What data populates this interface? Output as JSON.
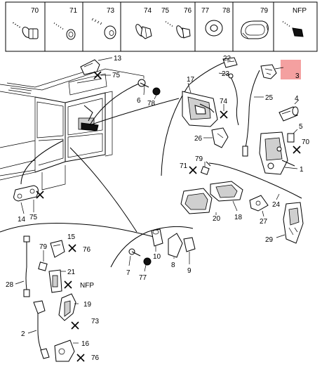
{
  "header": {
    "cells": [
      {
        "label": "70",
        "icon": "screw-flanged-icon"
      },
      {
        "label": "71",
        "icon": "screw-tapping-icon"
      },
      {
        "label": "73",
        "icon": "bolt-socket-icon"
      },
      {
        "label": "74",
        "icon": "bolt-washer-icon"
      },
      {
        "label": "75",
        "icon": "screw-washer-icon"
      },
      {
        "label": "76",
        "icon": "screw-washer-icon"
      },
      {
        "label": "77",
        "icon": "flat-washer-icon"
      },
      {
        "label": "78",
        "icon": "nut-icon"
      },
      {
        "label": "79",
        "icon": "plastic-clip-icon"
      },
      {
        "label": "NFP",
        "icon": "screw-pointed-icon"
      }
    ]
  },
  "highlight_color": "#f4a0a0",
  "callouts": {
    "c1": "1",
    "c2": "2",
    "c3": "3",
    "c4": "4",
    "c5": "5",
    "c6": "6",
    "c7": "7",
    "c8": "8",
    "c9": "9",
    "c10": "10",
    "c13": "13",
    "c14": "14",
    "c15": "15",
    "c16": "16",
    "c17": "17",
    "c18": "18",
    "c19": "19",
    "c20": "20",
    "c21": "21",
    "c22": "22",
    "c23": "23",
    "c24": "24",
    "c25": "25",
    "c26": "26",
    "c27": "27",
    "c28": "28",
    "c29": "29",
    "f70": "70",
    "f71": "71",
    "f73": "73",
    "f74": "74",
    "f75a": "75",
    "f75b": "75",
    "f76a": "76",
    "f76b": "76",
    "f77": "77",
    "f78": "78",
    "f79a": "79",
    "f79b": "79",
    "nfp": "NFP"
  }
}
